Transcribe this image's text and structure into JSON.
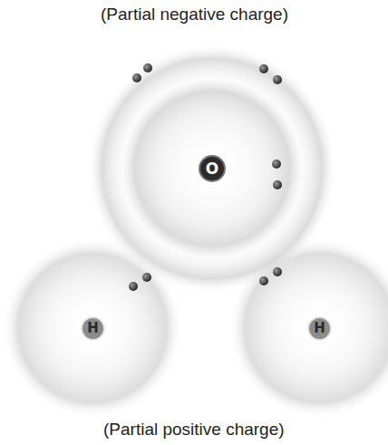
{
  "diagram": {
    "nodes": [
      {
        "text": [
          "O"
        ]
      },
      {
        "text": [
          "H"
        ]
      },
      {
        "text": [
          "H"
        ]
      }
    ],
    "labels": [
      "(Partial negative charge)",
      "(Partial positive charge)"
    ]
  }
}
